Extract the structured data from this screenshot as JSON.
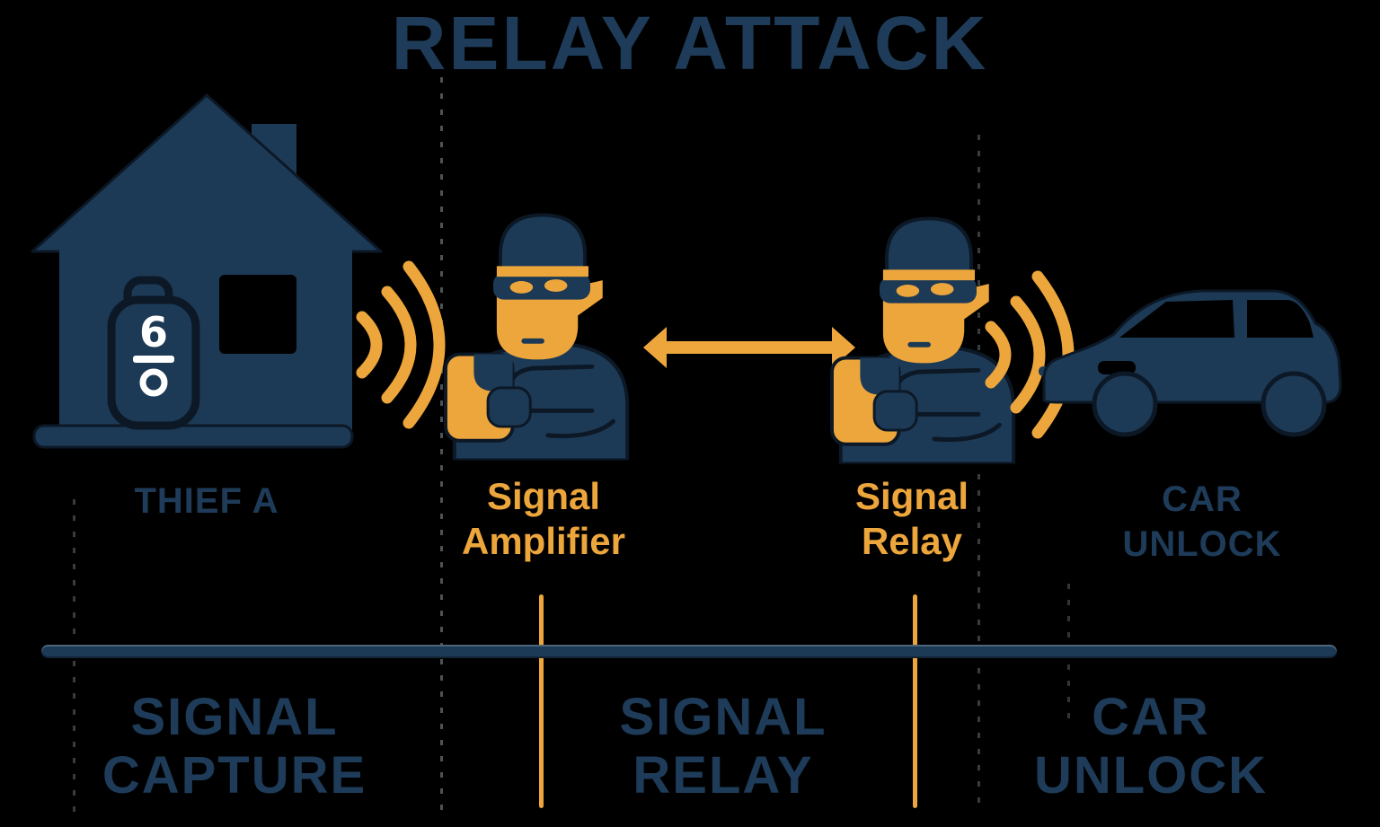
{
  "title": "RELAY ATTACK",
  "theme": {
    "background": "#000000",
    "navy": "#1c3a56",
    "navy_text": "#1e3c59",
    "orange": "#eda63c",
    "outline": "#0c1826",
    "white": "#ffffff",
    "divider": "#8b95a0"
  },
  "keyfob": {
    "digit": "6"
  },
  "actors": {
    "thief_a_label": "THIEF A",
    "amplifier_label_line1": "Signal",
    "amplifier_label_line2": "Amplifier",
    "relay_label_line1": "Signal",
    "relay_label_line2": "Relay",
    "car_label_line1": "CAR",
    "car_label_line2": "UNLOCK"
  },
  "stages": {
    "stage1_line1": "SIGNAL",
    "stage1_line2": "CAPTURE",
    "stage2_line1": "SIGNAL",
    "stage2_line2": "RELAY",
    "stage3_line1": "CAR",
    "stage3_line2": "UNLOCK"
  },
  "icons": {
    "house": "house-icon",
    "key_fob": "key-fob-icon",
    "signal_waves": "signal-waves-icon",
    "thief": "thief-icon",
    "double_arrow": "double-arrow-icon",
    "car": "car-icon"
  }
}
